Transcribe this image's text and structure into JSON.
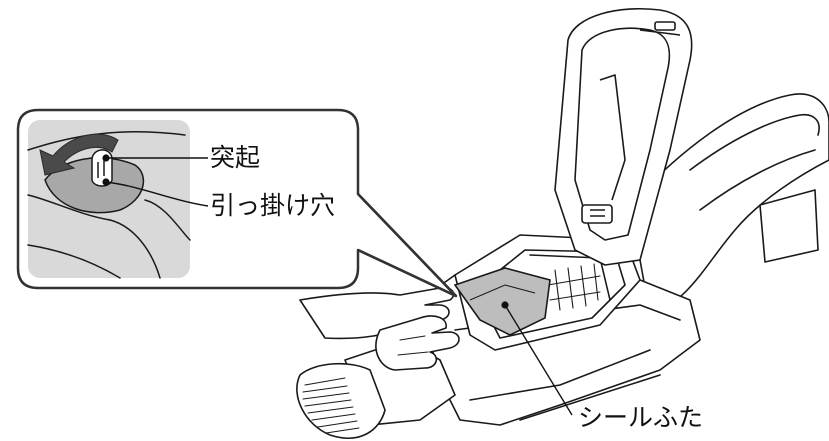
{
  "labels": {
    "protrusion": "突起",
    "hook_hole": "引っ掛け穴",
    "seal_lid": "シールふた"
  },
  "colors": {
    "outline": "#1a1a1a",
    "fill": "#ffffff",
    "callout_bg": "#d9d9d9",
    "seal_fill": "#bdbdbd",
    "arrow_fill": "#4a4a4a"
  }
}
